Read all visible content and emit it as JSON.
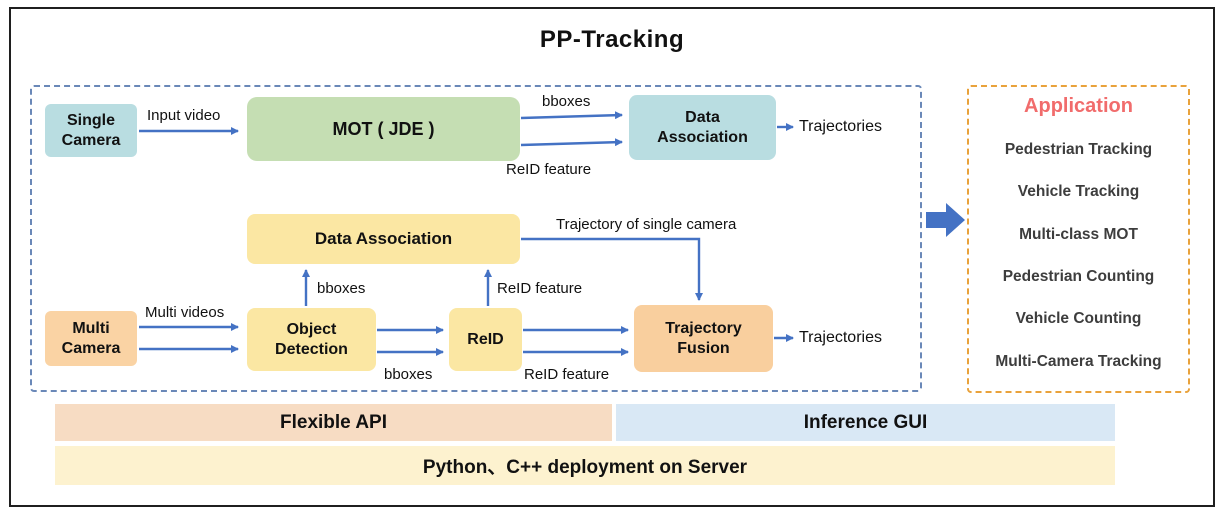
{
  "title": "PP-Tracking",
  "colors": {
    "arrow": "#4472C4",
    "teal_box": "#b9dde1",
    "green_box": "#c5deb3",
    "yellow_box": "#fbe7a3",
    "peach_box": "#fad3a4",
    "app_border": "#e9a23b",
    "app_title_red": "#f16c6c",
    "flexible_api_bar": "#f7dcc3",
    "inference_gui_bar": "#d9e8f5",
    "deployment_bar": "#fdf2cf"
  },
  "nodes": {
    "single_camera": "Single\nCamera",
    "mot": "MOT ( JDE )",
    "data_association_top": "Data\nAssociation",
    "data_association_mid": "Data Association",
    "multi_camera": "Multi\nCamera",
    "object_detection": "Object\nDetection",
    "reid": "ReID",
    "trajectory_fusion": "Trajectory\nFusion"
  },
  "labels": {
    "input_video": "Input video",
    "bboxes_top": "bboxes",
    "reid_feature_top": "ReID  feature",
    "trajectories_top": "Trajectories",
    "trajectory_single_camera": "Trajectory of single camera",
    "multi_videos": "Multi videos",
    "bboxes_up": "bboxes",
    "reid_feature_up": "ReID  feature",
    "bboxes_bottom": "bboxes",
    "reid_feature_bottom": "ReID  feature",
    "trajectories_bottom": "Trajectories"
  },
  "application": {
    "title": "Application",
    "items": [
      "Pedestrian Tracking",
      "Vehicle Tracking",
      "Multi-class MOT",
      "Pedestrian Counting",
      "Vehicle Counting",
      "Multi-Camera Tracking"
    ]
  },
  "footer": {
    "flexible_api": "Flexible API",
    "inference_gui": "Inference GUI",
    "deployment": "Python、C++ deployment on Server"
  }
}
